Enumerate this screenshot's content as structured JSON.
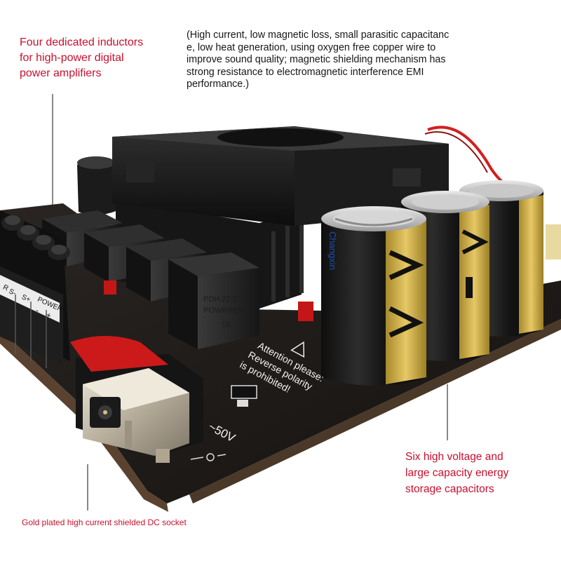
{
  "annotations": {
    "inductors": "Four dedicated inductors\nfor high-power digital\npower amplifiers",
    "description": "(High current, low magnetic loss, small parasitic capacitanc\ne, low heat generation, using oxygen free copper wire to\nimprove sound quality; magnetic shielding mechanism has\nstrong resistance to electromagnetic interference EMI\nperformance.)",
    "capacitors": "Six high voltage and\nlarge capacity energy\nstorage capacitors",
    "dc_socket": "Gold plated high current shielded DC socket"
  },
  "board_print": {
    "warning_line1": "Attention please:",
    "warning_line2": "Reverse polarity",
    "warning_line3": "is prohibited!",
    "voltage": "~50V"
  },
  "terminal_print": {
    "power": "POWER",
    "s_minus": "S-",
    "s_plus": "S+",
    "minus": "-",
    "plus": "+",
    "edge": "R"
  },
  "capacitor_brand": "Changxin",
  "inductor_print": {
    "line1": "PDH  22.3",
    "line2": "POWRHEN",
    "line3": "16"
  },
  "colors": {
    "annotation_red": "#c8102e",
    "board": "#1e1b19",
    "capacitor_sleeve": "#d4b24a",
    "heatsink": "#1a1a1a",
    "terminal_red": "#cc1a1a"
  }
}
